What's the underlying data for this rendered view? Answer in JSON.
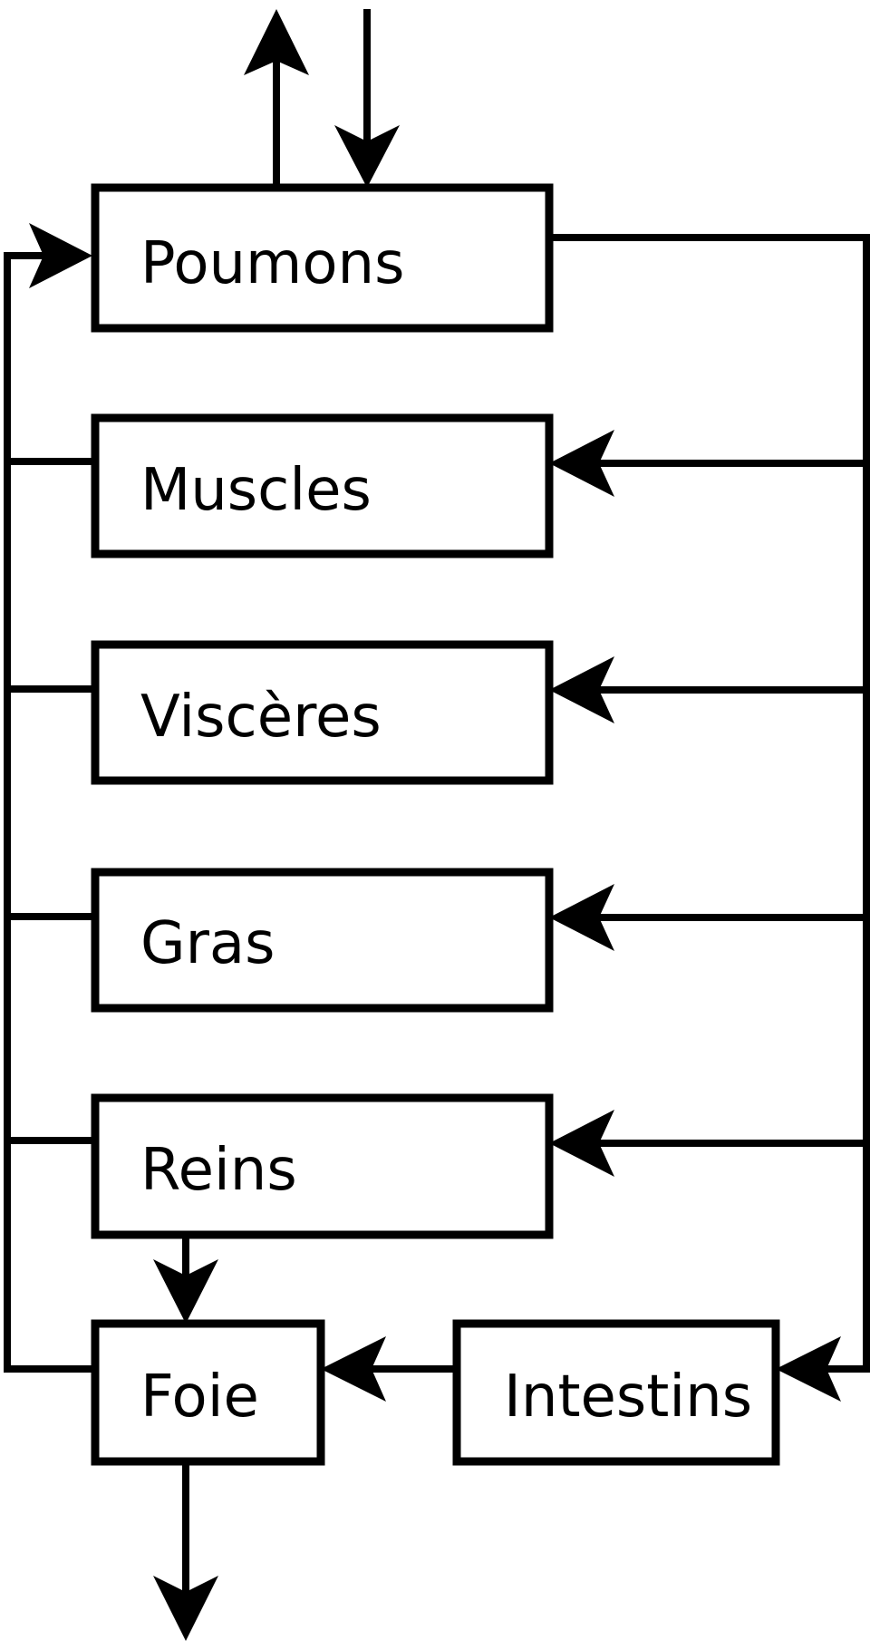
{
  "diagram": {
    "nodes": {
      "lungs": "Poumons",
      "muscles": "Muscles",
      "viscera": "Viscères",
      "fat": "Gras",
      "kidneys": "Reins",
      "liver": "Foie",
      "intestines": "Intestins"
    },
    "edges": [
      {
        "from": "lungs",
        "to": "outside"
      },
      {
        "from": "outside",
        "to": "lungs"
      },
      {
        "from": "lungs",
        "to": "muscles"
      },
      {
        "from": "lungs",
        "to": "viscera"
      },
      {
        "from": "lungs",
        "to": "fat"
      },
      {
        "from": "lungs",
        "to": "kidneys"
      },
      {
        "from": "lungs",
        "to": "intestines"
      },
      {
        "from": "intestines",
        "to": "liver"
      },
      {
        "from": "kidneys",
        "to": "liver"
      },
      {
        "from": "liver",
        "to": "outside"
      },
      {
        "from": "muscles",
        "to": "lungs"
      },
      {
        "from": "viscera",
        "to": "lungs"
      },
      {
        "from": "fat",
        "to": "lungs"
      },
      {
        "from": "kidneys",
        "to": "lungs"
      },
      {
        "from": "liver",
        "to": "lungs"
      }
    ],
    "colors": {
      "stroke": "#000000",
      "fill": "#ffffff"
    }
  }
}
